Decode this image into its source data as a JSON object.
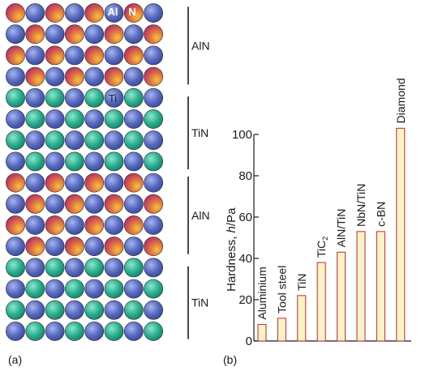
{
  "panel_a": {
    "panel_label": "(a)",
    "atom_labels": {
      "al": "Al",
      "n": "N",
      "ti": "Ti"
    },
    "layers": [
      {
        "material": "AlN",
        "rows": 4
      },
      {
        "material": "TiN",
        "rows": 4
      },
      {
        "material": "AlN",
        "rows": 4
      },
      {
        "material": "TiN",
        "rows": 4
      }
    ],
    "atoms_per_row": 8,
    "colors": {
      "al": "#c8336e",
      "n": "#4a5fb6",
      "ti": "#22a98b",
      "al_highlight": "#f2c038"
    }
  },
  "panel_b": {
    "panel_label": "(b)"
  },
  "chart_data": {
    "type": "bar",
    "ylabel": "Hardness, h/Pa",
    "ylabel_parts": {
      "before": "Hardness, ",
      "italic": "h",
      "after": "/Pa"
    },
    "ylim": [
      0,
      100
    ],
    "yticks": [
      0,
      20,
      40,
      60,
      80,
      100
    ],
    "categories": [
      "Aluminium",
      "Tool steel",
      "TiN",
      "TiC2",
      "AlN/TiN",
      "NbN/TiN",
      "c-BN",
      "Diamond"
    ],
    "values": [
      8,
      11,
      22,
      38,
      43,
      53,
      53,
      103
    ],
    "bar_color": "#fbf3c8",
    "bar_edge": "#c2272d"
  }
}
